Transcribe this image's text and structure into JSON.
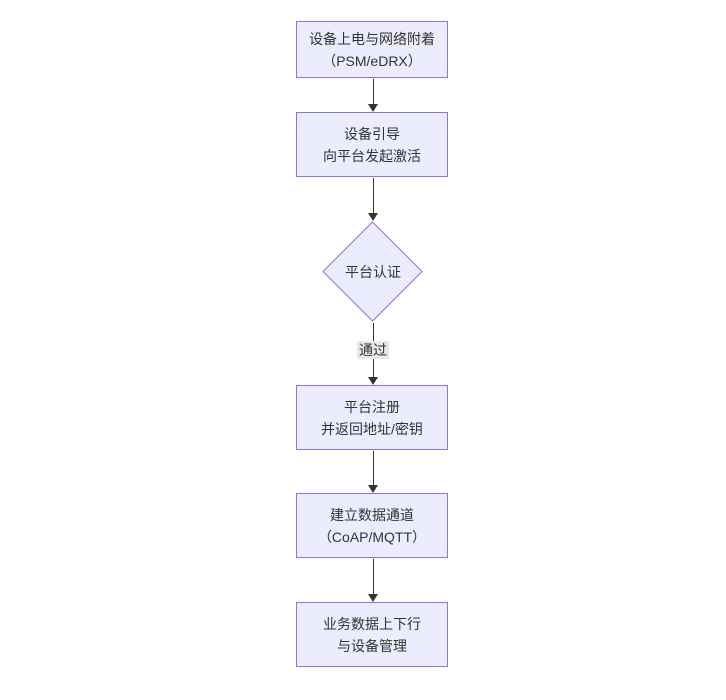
{
  "flowchart": {
    "nodes": {
      "power_on": {
        "line1": "设备上电与网络附着",
        "line2": "（PSM/eDRX）"
      },
      "bootstrap": {
        "line1": "设备引导",
        "line2": "向平台发起激活"
      },
      "auth": {
        "label": "平台认证"
      },
      "register": {
        "line1": "平台注册",
        "line2": "并返回地址/密钥"
      },
      "channel": {
        "line1": "建立数据通道",
        "line2": "（CoAP/MQTT）"
      },
      "service": {
        "line1": "业务数据上下行",
        "line2": "与设备管理"
      }
    },
    "edges": {
      "pass_label": "通过"
    },
    "colors": {
      "node_fill": "#ECECFF",
      "node_border": "#9370DB",
      "arrow": "#333333",
      "edge_label_bg": "#e8e8e8",
      "text": "#333333",
      "background": "#ffffff"
    }
  }
}
